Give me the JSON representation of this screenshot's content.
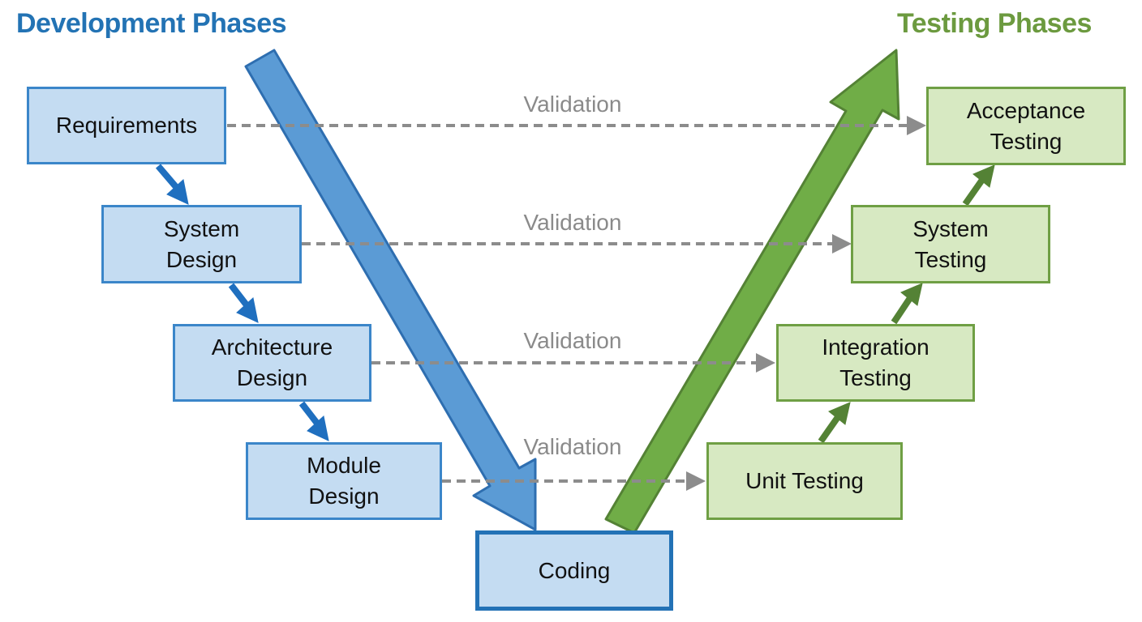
{
  "headings": {
    "development": "Development Phases",
    "testing": "Testing Phases"
  },
  "development_phases": [
    "Requirements",
    "System\nDesign",
    "Architecture\nDesign",
    "Module\nDesign"
  ],
  "coding": "Coding",
  "testing_phases": [
    "Acceptance\nTesting",
    "System\nTesting",
    "Integration\nTesting",
    "Unit Testing"
  ],
  "validation_labels": [
    "Validation",
    "Validation",
    "Validation",
    "Validation"
  ],
  "colors": {
    "dev_accent": "#2373b4",
    "dev_fill": "#c4dcf2",
    "test_accent": "#6c9a3f",
    "test_fill": "#d7e9c2",
    "validation": "#8a8a8a"
  }
}
